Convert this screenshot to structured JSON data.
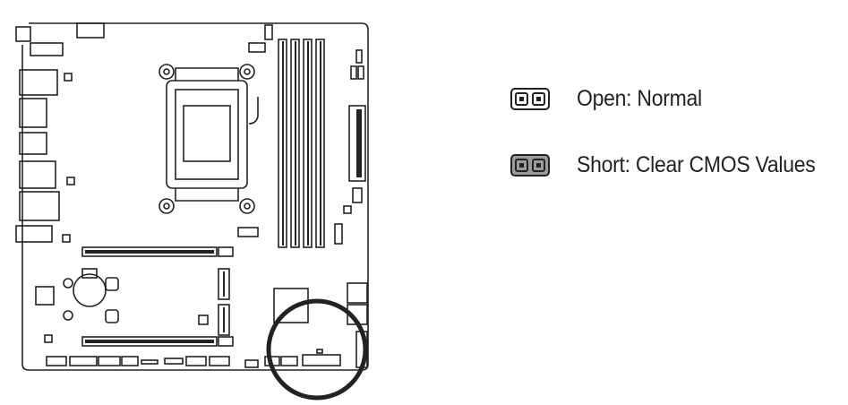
{
  "legend": {
    "open": {
      "label": "Open: Normal",
      "state": "open"
    },
    "short": {
      "label": "Short: Clear CMOS Values",
      "state": "short",
      "fill_color": "#9b9b9b"
    }
  },
  "board": {
    "highlight_marker": "circle",
    "highlight_target": "clear-cmos-jumper-area"
  },
  "colors": {
    "line": "#222222",
    "background": "#ffffff",
    "short_fill": "#9b9b9b"
  }
}
